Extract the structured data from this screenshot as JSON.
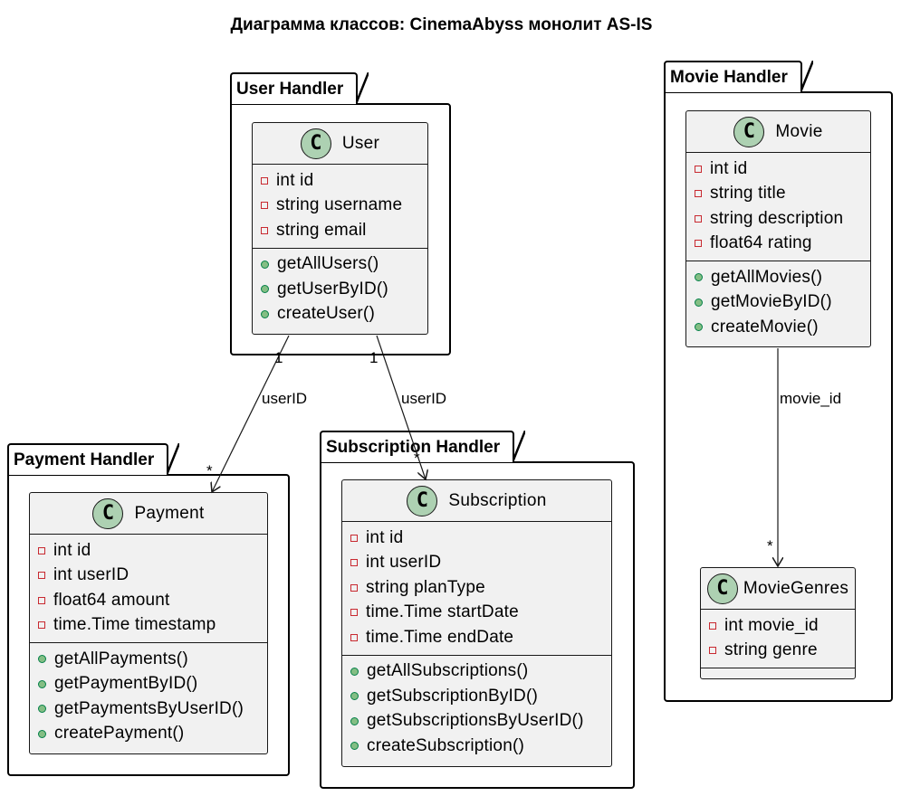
{
  "title": "Диаграмма классов: CinemaAbyss монолит AS-IS",
  "colors": {
    "class_fill": "#f1f1f1",
    "class_icon": "#add1b2",
    "private_marker": "#c82930",
    "public_marker": "#84be84"
  },
  "packages": {
    "user": {
      "label": "User Handler"
    },
    "movie": {
      "label": "Movie Handler"
    },
    "payment": {
      "label": "Payment Handler"
    },
    "subscription": {
      "label": "Subscription Handler"
    }
  },
  "classes": {
    "user": {
      "icon": "C",
      "name": "User",
      "fields": [
        "int id",
        "string username",
        "string email"
      ],
      "methods": [
        "getAllUsers()",
        "getUserByID()",
        "createUser()"
      ]
    },
    "movie": {
      "icon": "C",
      "name": "Movie",
      "fields": [
        "int id",
        "string title",
        "string description",
        "float64 rating"
      ],
      "methods": [
        "getAllMovies()",
        "getMovieByID()",
        "createMovie()"
      ]
    },
    "payment": {
      "icon": "C",
      "name": "Payment",
      "fields": [
        "int id",
        "int userID",
        "float64 amount",
        "time.Time timestamp"
      ],
      "methods": [
        "getAllPayments()",
        "getPaymentByID()",
        "getPaymentsByUserID()",
        "createPayment()"
      ]
    },
    "subscription": {
      "icon": "C",
      "name": "Subscription",
      "fields": [
        "int id",
        "int userID",
        "string planType",
        "time.Time startDate",
        "time.Time endDate"
      ],
      "methods": [
        "getAllSubscriptions()",
        "getSubscriptionByID()",
        "getSubscriptionsByUserID()",
        "createSubscription()"
      ]
    },
    "moviegenres": {
      "icon": "C",
      "name": "MovieGenres",
      "fields": [
        "int movie_id",
        "string genre"
      ],
      "methods": []
    }
  },
  "relations": {
    "user_payment": {
      "label": "userID",
      "from_mult": "1",
      "to_mult": "*"
    },
    "user_subscription": {
      "label": "userID",
      "from_mult": "1",
      "to_mult": "*"
    },
    "movie_genres": {
      "label": "movie_id",
      "to_mult": "*"
    }
  }
}
